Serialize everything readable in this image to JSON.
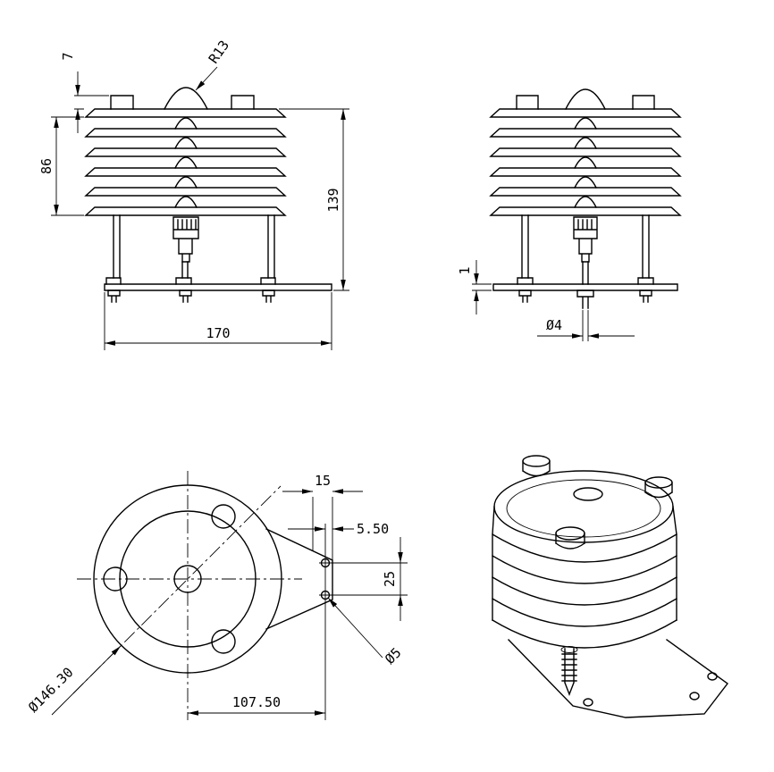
{
  "background": "#ffffff",
  "line_color": "#000000",
  "views": {
    "front": {
      "dims": {
        "cap_height": "7",
        "louver_height": "86",
        "overall_height": "139",
        "base_width": "170",
        "dome_radius": "R13"
      }
    },
    "side": {
      "dims": {
        "plate_thickness": "1",
        "bolt_diameter": "Ø4"
      }
    },
    "top": {
      "dims": {
        "tab_length": "15",
        "hole_edge_offset": "5.50",
        "hole_spacing": "25",
        "hole_diameter": "Ø5",
        "outer_diameter": "Ø146.30",
        "center_to_holes": "107.50"
      }
    }
  }
}
